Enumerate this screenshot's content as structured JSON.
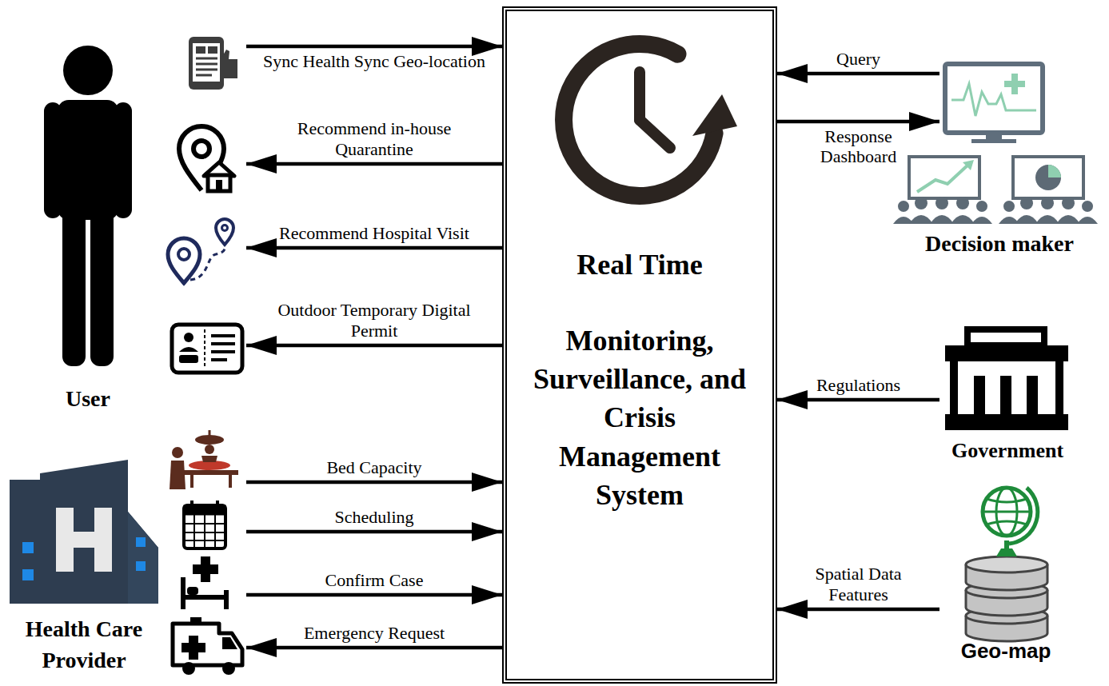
{
  "diagram": {
    "nodes": [
      {
        "text": [
          "User"
        ]
      },
      {
        "text": [
          "Real Time",
          "Monitoring, Surveillance, and Crisis Management System"
        ]
      },
      {
        "text": [
          "Decision maker"
        ]
      },
      {
        "text": [
          "Government"
        ]
      },
      {
        "text": [
          "Health Care Provider"
        ]
      },
      {
        "text": [
          "Geo-map"
        ]
      }
    ],
    "edges": [
      {
        "from": 0,
        "to": 1,
        "arrow": "to",
        "label": "Sync Health Sync Geo-location"
      },
      {
        "from": 1,
        "to": 0,
        "arrow": "to",
        "label": "Recommend in-house Quarantine"
      },
      {
        "from": 1,
        "to": 0,
        "arrow": "to",
        "label": "Recommend Hospital Visit"
      },
      {
        "from": 1,
        "to": 0,
        "arrow": "to",
        "label": "Outdoor Temporary Digital Permit"
      },
      {
        "from": 4,
        "to": 1,
        "arrow": "to",
        "label": "Bed Capacity"
      },
      {
        "from": 4,
        "to": 1,
        "arrow": "to",
        "label": "Scheduling"
      },
      {
        "from": 4,
        "to": 1,
        "arrow": "to",
        "label": "Confirm Case"
      },
      {
        "from": 1,
        "to": 4,
        "arrow": "to",
        "label": "Emergency Request"
      },
      {
        "from": 2,
        "to": 1,
        "arrow": "to",
        "label": "Query"
      },
      {
        "from": 1,
        "to": 2,
        "arrow": "to",
        "label": "Response Dashboard"
      },
      {
        "from": 3,
        "to": 1,
        "arrow": "to",
        "label": "Regulations"
      },
      {
        "from": 5,
        "to": 1,
        "arrow": "to",
        "label": "Spatial Data Features"
      }
    ]
  }
}
